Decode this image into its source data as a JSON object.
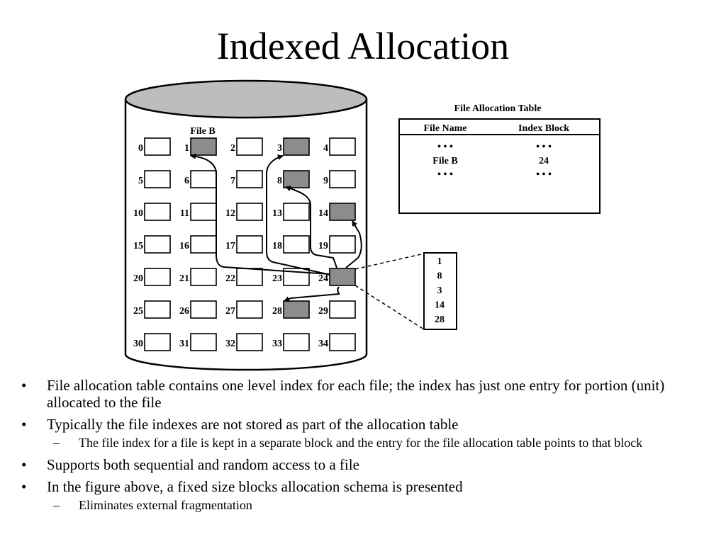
{
  "slide": {
    "title": "Indexed Allocation"
  },
  "diagram": {
    "file_label": "File B",
    "blocks": [
      {
        "n": "0",
        "used": false
      },
      {
        "n": "1",
        "used": true
      },
      {
        "n": "2",
        "used": false
      },
      {
        "n": "3",
        "used": true
      },
      {
        "n": "4",
        "used": false
      },
      {
        "n": "5",
        "used": false
      },
      {
        "n": "6",
        "used": false
      },
      {
        "n": "7",
        "used": false
      },
      {
        "n": "8",
        "used": true
      },
      {
        "n": "9",
        "used": false
      },
      {
        "n": "10",
        "used": false
      },
      {
        "n": "11",
        "used": false
      },
      {
        "n": "12",
        "used": false
      },
      {
        "n": "13",
        "used": false
      },
      {
        "n": "14",
        "used": true
      },
      {
        "n": "15",
        "used": false
      },
      {
        "n": "16",
        "used": false
      },
      {
        "n": "17",
        "used": false
      },
      {
        "n": "18",
        "used": false
      },
      {
        "n": "19",
        "used": false
      },
      {
        "n": "20",
        "used": false
      },
      {
        "n": "21",
        "used": false
      },
      {
        "n": "22",
        "used": false
      },
      {
        "n": "23",
        "used": false
      },
      {
        "n": "24",
        "used": true
      },
      {
        "n": "25",
        "used": false
      },
      {
        "n": "26",
        "used": false
      },
      {
        "n": "27",
        "used": false
      },
      {
        "n": "28",
        "used": true
      },
      {
        "n": "29",
        "used": false
      },
      {
        "n": "30",
        "used": false
      },
      {
        "n": "31",
        "used": false
      },
      {
        "n": "32",
        "used": false
      },
      {
        "n": "33",
        "used": false
      },
      {
        "n": "34",
        "used": false
      }
    ],
    "index_block_entries": [
      "1",
      "8",
      "3",
      "14",
      "28"
    ],
    "fat": {
      "title": "File Allocation Table",
      "col1": "File Name",
      "col2": "Index Block",
      "ellipsis": "• • •",
      "file_name": "File B",
      "index_block": "24"
    }
  },
  "bullets": [
    {
      "level": 1,
      "mark": "•",
      "text": "File allocation table contains one level index for each file; the index has just one entry for portion (unit) allocated to the file"
    },
    {
      "level": 1,
      "mark": "•",
      "text": "Typically the file indexes are not stored as part of the allocation table"
    },
    {
      "level": 2,
      "mark": "–",
      "text": "The file index for a file is kept in a separate block and the entry for the file allocation table points to that block"
    },
    {
      "level": 1,
      "mark": "•",
      "text": "Supports both sequential and random access to a file"
    },
    {
      "level": 1,
      "mark": "•",
      "text": "In the figure above, a fixed size blocks allocation schema is presented"
    },
    {
      "level": 2,
      "mark": "–",
      "text": "Eliminates external fragmentation"
    }
  ]
}
